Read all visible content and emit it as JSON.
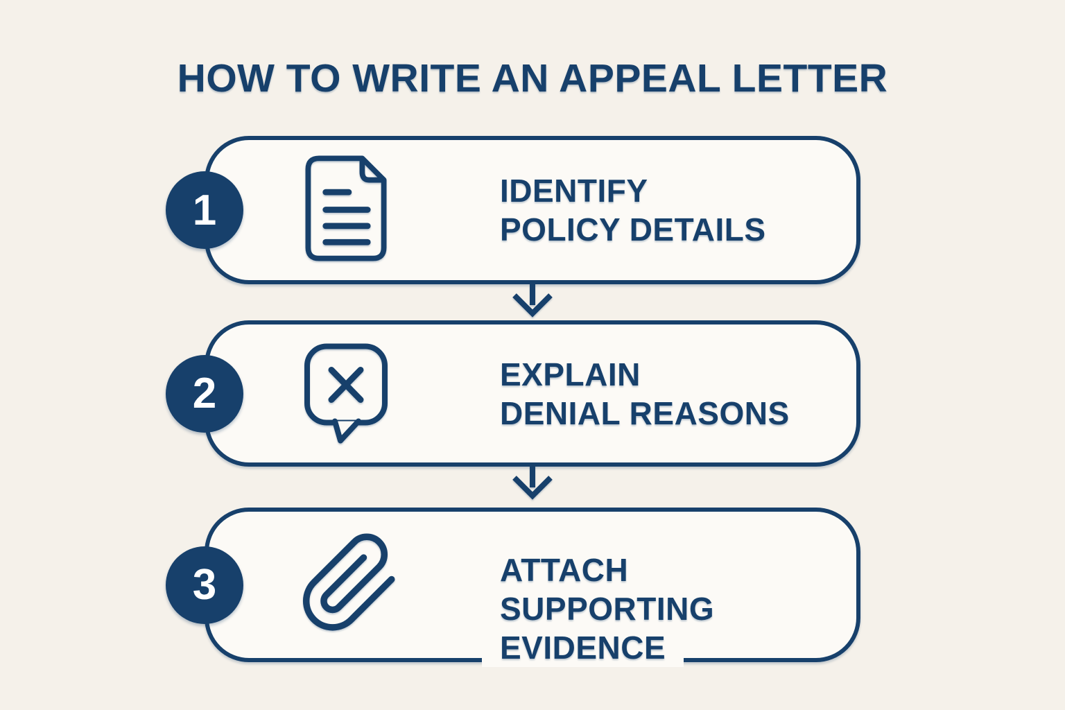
{
  "title": "HOW TO WRITE AN APPEAL LETTER",
  "colors": {
    "navy": "#17406B",
    "background": "#F5F1EA",
    "card_fill": "#FCFAF6",
    "number_text": "#FFFFFF"
  },
  "steps": [
    {
      "number": "1",
      "icon": "document-icon",
      "label_line1": "IDENTIFY",
      "label_line2": "POLICY DETAILS"
    },
    {
      "number": "2",
      "icon": "speech-bubble-x-icon",
      "label_line1": "EXPLAIN",
      "label_line2": "DENIAL REASONS"
    },
    {
      "number": "3",
      "icon": "paperclip-icon",
      "label_line1": "ATTACH",
      "label_line2": "SUPPORTING",
      "label_line3": "EVIDENCE"
    }
  ],
  "connectors": [
    {
      "icon": "arrow-down-icon"
    },
    {
      "icon": "arrow-down-icon"
    }
  ]
}
